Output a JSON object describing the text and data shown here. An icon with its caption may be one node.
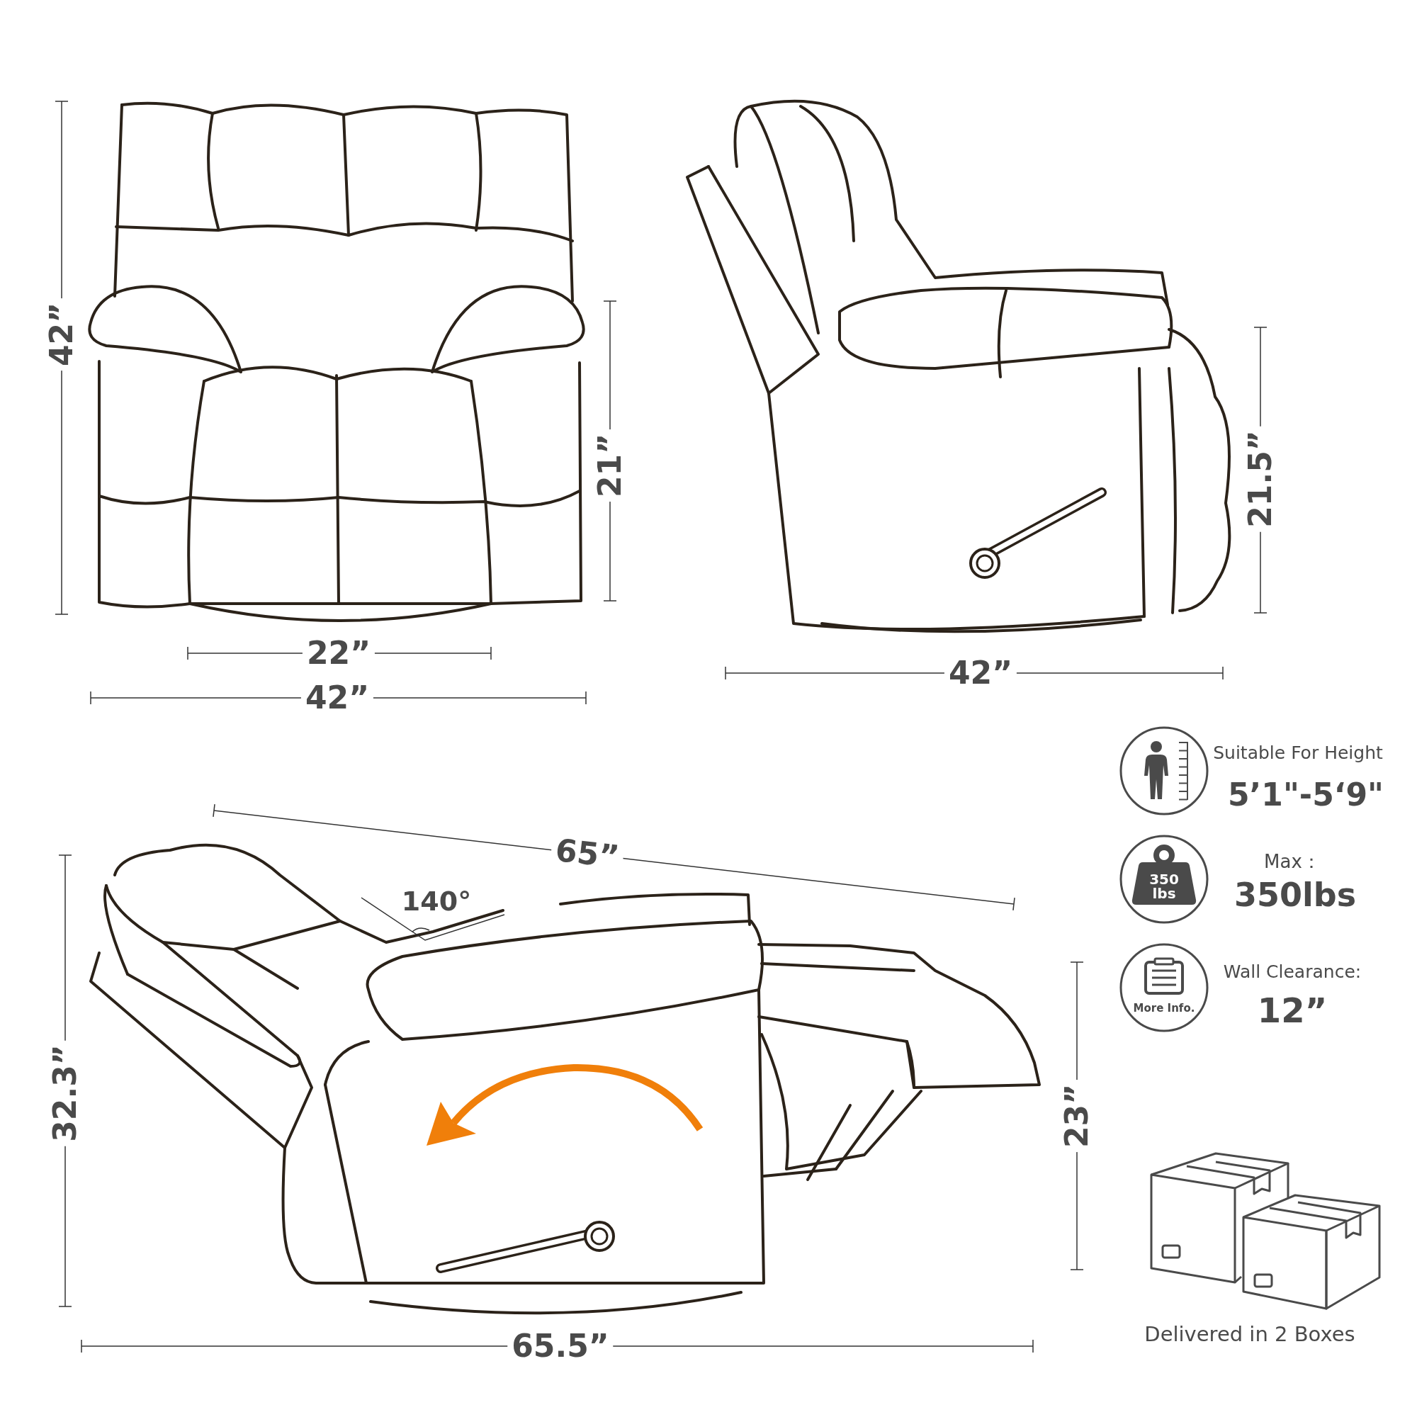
{
  "diagram": {
    "labels": [
      "42”",
      "21”",
      "21.5”",
      "22”",
      "42”",
      "42”",
      "Suitable For Height",
      "5’1\"-5‘9\"",
      "65”",
      "350 lbs",
      "Max：",
      "350lbs",
      "140°",
      "32.3”",
      "More Info.",
      "Wall Clearance:",
      "12”",
      "23”",
      "65.5”",
      "Delivered in 2 Boxes"
    ]
  }
}
